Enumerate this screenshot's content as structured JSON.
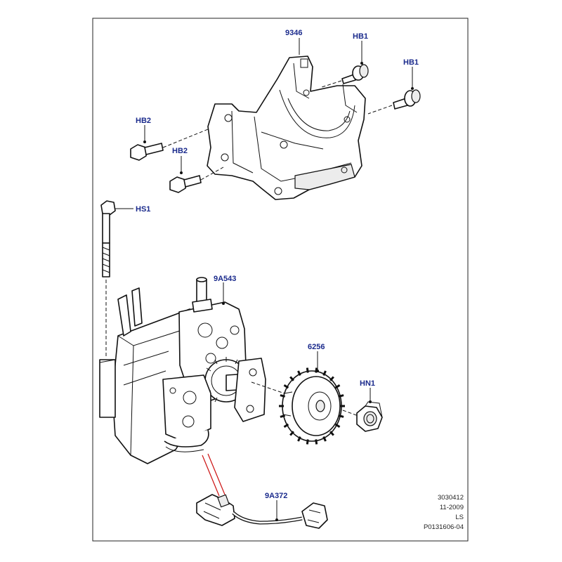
{
  "callouts": {
    "bracket": "9346",
    "hb1_top": "HB1",
    "hb1_right": "HB1",
    "hb2_left": "HB2",
    "hb2_lower": "HB2",
    "hs1": "HS1",
    "pump": "9A543",
    "sprocket": "6256",
    "nut": "HN1",
    "harness": "9A372"
  },
  "reference": {
    "line1": "3030412",
    "line2": "11-2009",
    "line3": "LS",
    "line4": "P0131606-04"
  },
  "colors": {
    "label": "#1a2a8c",
    "leader_accent": "#cc1111",
    "line": "#111111"
  }
}
